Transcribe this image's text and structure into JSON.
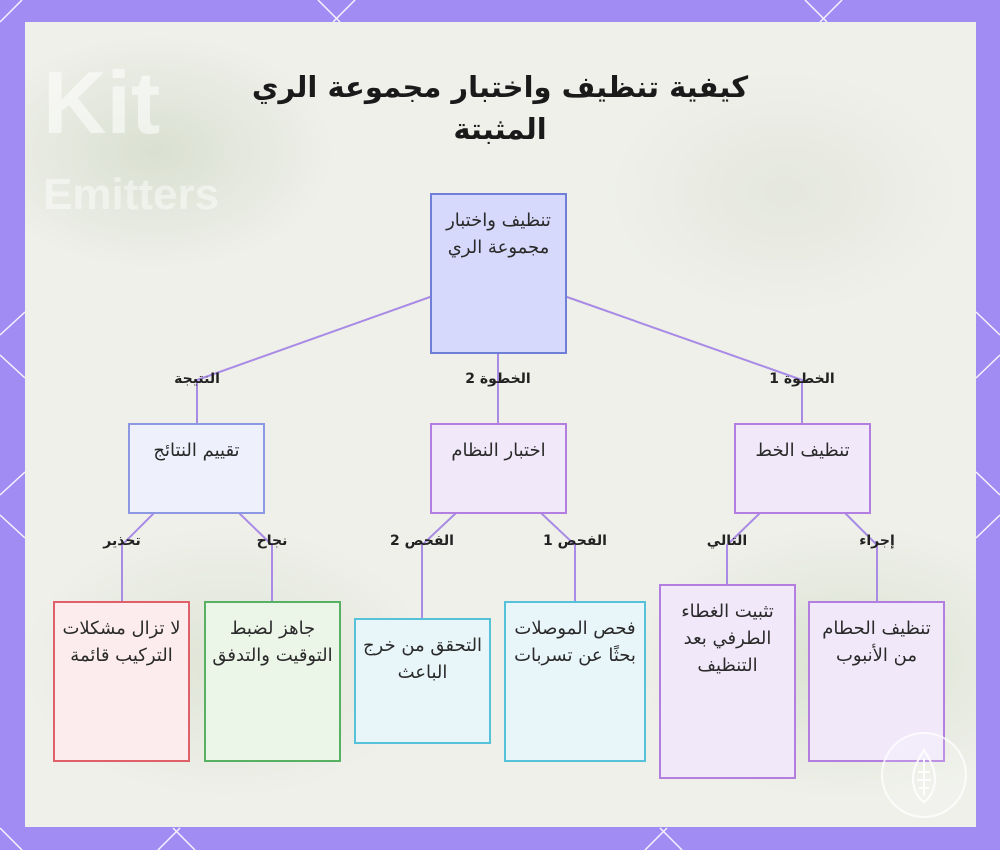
{
  "title": "كيفية تنظيف واختبار مجموعة الري المثبتة",
  "watermark": {
    "line1": "Kit",
    "line2": "Emitters"
  },
  "colors": {
    "frame": "#a08cf2",
    "connector": "#a98be6"
  },
  "nodes": {
    "root": "تنظيف واختبار مجموعة الري",
    "clean_line": "تنظيف الخط",
    "test_system": "اختبار النظام",
    "evaluate": "تقييم النتائج",
    "clean_debris": "تنظيف الحطام من الأنبوب",
    "install_cap": "تثبيت الغطاء الطرفي بعد التنظيف",
    "check_fittings": "فحص الموصلات بحثًا عن تسربات",
    "verify_output": "التحقق من خرج الباعث",
    "ready": "جاهز لضبط التوقيت والتدفق",
    "issues": "لا تزال مشكلات التركيب قائمة"
  },
  "edges": {
    "step1": "الخطوة 1",
    "step2": "الخطوة 2",
    "result": "النتيجة",
    "action": "إجراء",
    "next": "التالي",
    "check1": "الفحص 1",
    "check2": "الفحص 2",
    "success": "نجاح",
    "warning": "تحذير"
  },
  "icons": {
    "badge": "emitter-drop-icon"
  }
}
